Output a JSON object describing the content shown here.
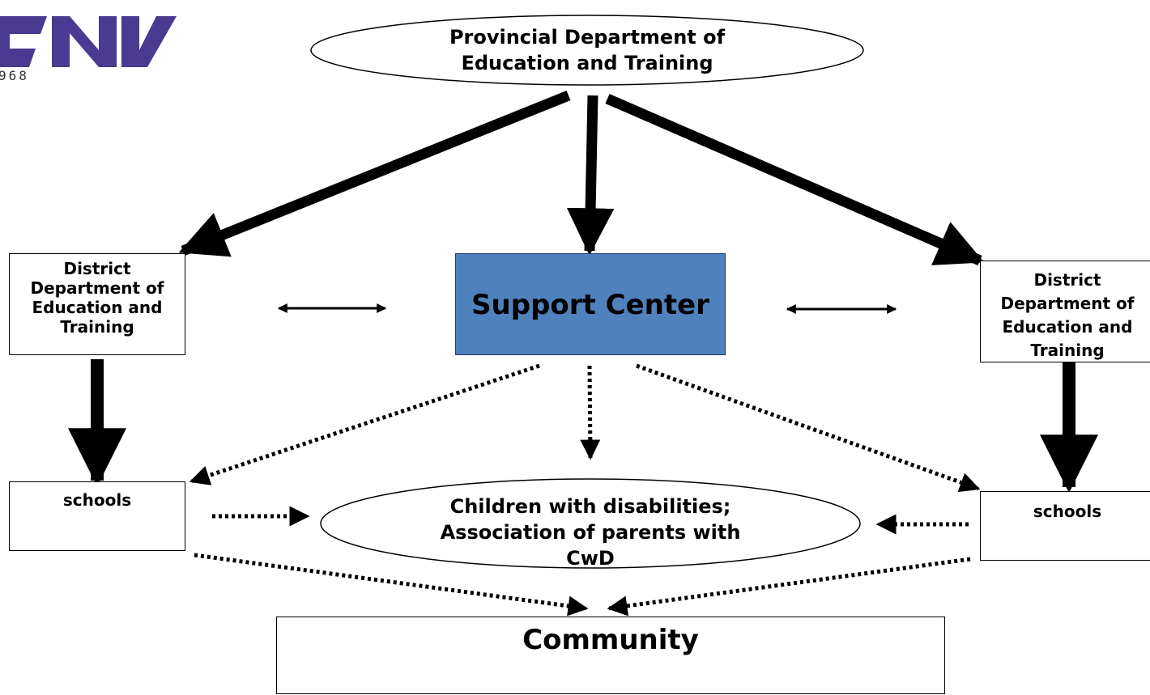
{
  "logo": {
    "letters": "CNV",
    "year_fragment": "968",
    "color": "#4b3a91"
  },
  "nodes": {
    "provincial": "Provincial Department of\nEducation and Training",
    "district_left": "District\nDepartment of\nEducation and\nTraining",
    "district_right": "District\nDepartment of\nEducation and\nTraining",
    "support_center": "Support Center",
    "schools_left": "schools",
    "schools_right": "schools",
    "children": "Children with disabilities;\nAssociation of parents with\nCwD",
    "community": "Community"
  },
  "colors": {
    "support_center_fill": "#4f81bd",
    "lines": "#000000"
  },
  "connections": [
    {
      "from": "provincial",
      "to": "district_left",
      "style": "thick-arrow"
    },
    {
      "from": "provincial",
      "to": "support_center",
      "style": "thick-arrow"
    },
    {
      "from": "provincial",
      "to": "district_right",
      "style": "thick-arrow"
    },
    {
      "from": "district_left",
      "to": "support_center",
      "style": "double-headed-arrow"
    },
    {
      "from": "support_center",
      "to": "district_right",
      "style": "double-headed-arrow"
    },
    {
      "from": "district_left",
      "to": "schools_left",
      "style": "thick-arrow"
    },
    {
      "from": "district_right",
      "to": "schools_right",
      "style": "thick-arrow"
    },
    {
      "from": "support_center",
      "to": "schools_left",
      "style": "dotted-arrow"
    },
    {
      "from": "support_center",
      "to": "children",
      "style": "dotted-arrow"
    },
    {
      "from": "support_center",
      "to": "schools_right",
      "style": "dotted-arrow"
    },
    {
      "from": "schools_left",
      "to": "children",
      "style": "dotted-arrow"
    },
    {
      "from": "schools_right",
      "to": "children",
      "style": "dotted-arrow"
    },
    {
      "from": "schools_left",
      "to": "community",
      "style": "dotted-arrow"
    },
    {
      "from": "schools_right",
      "to": "community",
      "style": "dotted-arrow"
    }
  ]
}
